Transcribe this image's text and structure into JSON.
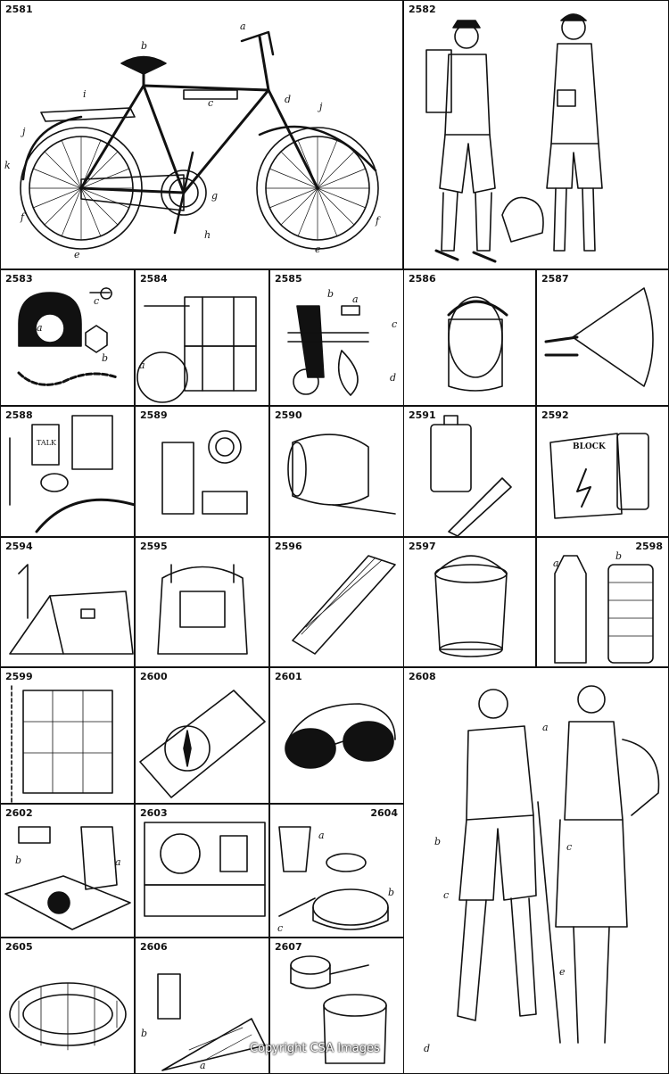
{
  "plates": {
    "p2581": {
      "num": "2581",
      "labels": [
        "a",
        "b",
        "c",
        "d",
        "e",
        "e",
        "f",
        "f",
        "g",
        "h",
        "i",
        "j",
        "j",
        "k"
      ]
    },
    "p2582": {
      "num": "2582"
    },
    "p2583": {
      "num": "2583",
      "labels": [
        "a",
        "b",
        "c"
      ]
    },
    "p2584": {
      "num": "2584",
      "labels": [
        "a"
      ]
    },
    "p2585": {
      "num": "2585",
      "labels": [
        "a",
        "b",
        "c",
        "d"
      ]
    },
    "p2586": {
      "num": "2586"
    },
    "p2587": {
      "num": "2587"
    },
    "p2588": {
      "num": "2588",
      "item_text": "TALK"
    },
    "p2589": {
      "num": "2589"
    },
    "p2590": {
      "num": "2590"
    },
    "p2591": {
      "num": "2591"
    },
    "p2592": {
      "num": "2592",
      "item_text": "BLOCK"
    },
    "p2594": {
      "num": "2594"
    },
    "p2595": {
      "num": "2595"
    },
    "p2596": {
      "num": "2596"
    },
    "p2597": {
      "num": "2597"
    },
    "p2598": {
      "num": "2598",
      "labels": [
        "a",
        "b"
      ]
    },
    "p2599": {
      "num": "2599"
    },
    "p2600": {
      "num": "2600"
    },
    "p2601": {
      "num": "2601"
    },
    "p2602": {
      "num": "2602",
      "labels": [
        "a",
        "b"
      ]
    },
    "p2603": {
      "num": "2603"
    },
    "p2604": {
      "num": "2604",
      "labels": [
        "a",
        "b",
        "c"
      ]
    },
    "p2605": {
      "num": "2605"
    },
    "p2606": {
      "num": "2606",
      "labels": [
        "a",
        "b"
      ]
    },
    "p2607": {
      "num": "2607"
    },
    "p2608": {
      "num": "2608",
      "labels": [
        "a",
        "b",
        "c",
        "c",
        "d",
        "e"
      ]
    }
  },
  "watermark": "Copyright CSA Images"
}
